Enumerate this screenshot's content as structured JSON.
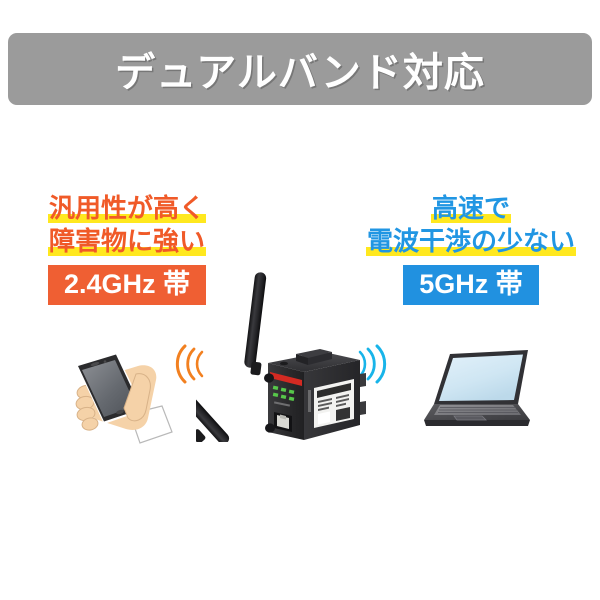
{
  "header": {
    "title": "デュアルバンド対応",
    "bar_color": "#9b9b9b",
    "text_color": "#ffffff"
  },
  "features": {
    "left": {
      "lines": [
        "汎用性が高く",
        "障害物に強い"
      ],
      "badge_label": "2.4GHz 帯",
      "text_color": "#f05a28",
      "badge_color": "#ef5f33",
      "highlight_color": "#ffe81f",
      "signal_color": "#f28020",
      "device_name": "smartphone-in-hand"
    },
    "right": {
      "lines": [
        "高速で",
        "電波干渉の少ない"
      ],
      "badge_label": "5GHz 帯",
      "text_color": "#2196e3",
      "badge_color": "#2191e0",
      "highlight_color": "#ffe81f",
      "signal_color": "#18b4e9",
      "device_name": "laptop-computer"
    }
  },
  "center_device": {
    "name": "wireless-access-point",
    "body_color": "#2b2b2d",
    "accent_stripe_color": "#d32a22",
    "led_color": "#57c84a",
    "label_color": "#f2f2f0",
    "antenna_count": 2
  }
}
